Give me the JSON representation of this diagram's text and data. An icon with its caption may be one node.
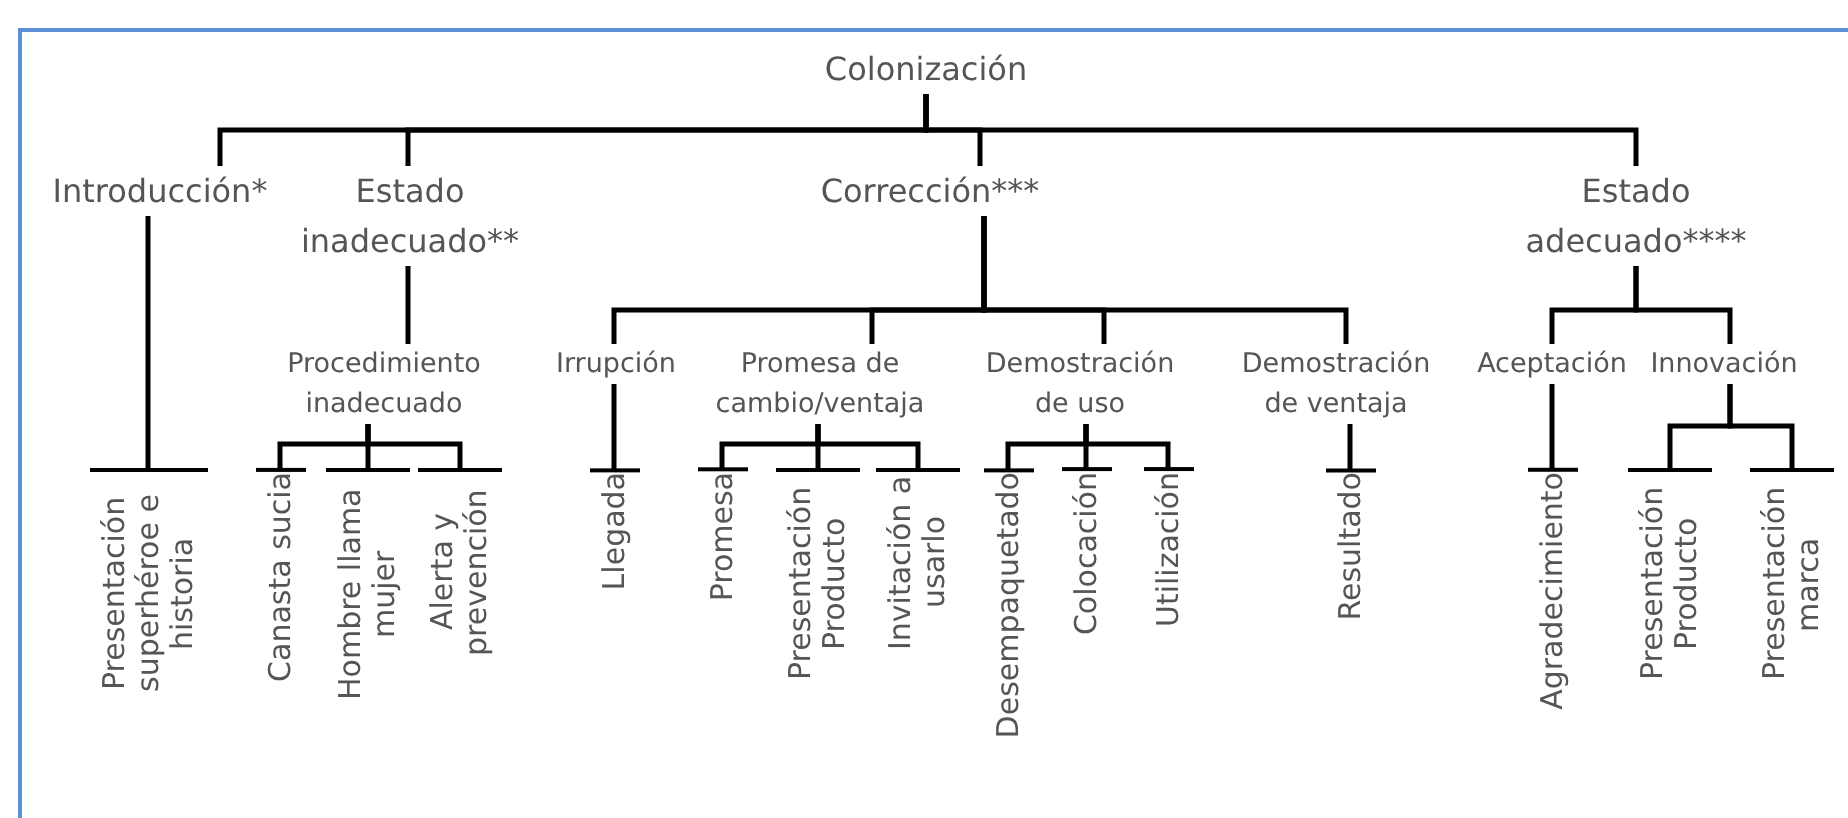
{
  "diagram": {
    "nodes": [
      {
        "text": [
          "Colonización"
        ]
      },
      {
        "text": [
          "Introducción*"
        ]
      },
      {
        "text": [
          "Estado inadecuado**"
        ]
      },
      {
        "text": [
          "Corrección***"
        ]
      },
      {
        "text": [
          "Estado adecuado****"
        ]
      },
      {
        "text": [
          "Presentación superhéroe e historia"
        ]
      },
      {
        "text": [
          "Procedimiento inadecuado"
        ]
      },
      {
        "text": [
          "Canasta sucia"
        ]
      },
      {
        "text": [
          "Hombre llama mujer"
        ]
      },
      {
        "text": [
          "Alerta y prevención"
        ]
      },
      {
        "text": [
          "Irrupción"
        ]
      },
      {
        "text": [
          "Promesa de cambio/ventaja"
        ]
      },
      {
        "text": [
          "Demostración de uso"
        ]
      },
      {
        "text": [
          "Demostración de ventaja"
        ]
      },
      {
        "text": [
          "Llegada"
        ]
      },
      {
        "text": [
          "Promesa"
        ]
      },
      {
        "text": [
          "Presentación Producto"
        ]
      },
      {
        "text": [
          "Invitación a usarlo"
        ]
      },
      {
        "text": [
          "Desempaquetado"
        ]
      },
      {
        "text": [
          "Colocación"
        ]
      },
      {
        "text": [
          "Utilización"
        ]
      },
      {
        "text": [
          "Resultado"
        ]
      },
      {
        "text": [
          "Aceptación"
        ]
      },
      {
        "text": [
          "Innovación"
        ]
      },
      {
        "text": [
          "Agradecimiento"
        ]
      },
      {
        "text": [
          "Presentación Producto"
        ]
      },
      {
        "text": [
          "Presentación marca"
        ]
      }
    ],
    "edges": [
      {
        "from": 0,
        "to": 1,
        "arrow": "none"
      },
      {
        "from": 0,
        "to": 2,
        "arrow": "none"
      },
      {
        "from": 0,
        "to": 3,
        "arrow": "none"
      },
      {
        "from": 0,
        "to": 4,
        "arrow": "none"
      },
      {
        "from": 1,
        "to": 5,
        "arrow": "none"
      },
      {
        "from": 2,
        "to": 6,
        "arrow": "none"
      },
      {
        "from": 6,
        "to": 7,
        "arrow": "none"
      },
      {
        "from": 6,
        "to": 8,
        "arrow": "none"
      },
      {
        "from": 6,
        "to": 9,
        "arrow": "none"
      },
      {
        "from": 3,
        "to": 10,
        "arrow": "none"
      },
      {
        "from": 3,
        "to": 11,
        "arrow": "none"
      },
      {
        "from": 3,
        "to": 12,
        "arrow": "none"
      },
      {
        "from": 3,
        "to": 13,
        "arrow": "none"
      },
      {
        "from": 10,
        "to": 14,
        "arrow": "none"
      },
      {
        "from": 11,
        "to": 15,
        "arrow": "none"
      },
      {
        "from": 11,
        "to": 16,
        "arrow": "none"
      },
      {
        "from": 11,
        "to": 17,
        "arrow": "none"
      },
      {
        "from": 12,
        "to": 18,
        "arrow": "none"
      },
      {
        "from": 12,
        "to": 19,
        "arrow": "none"
      },
      {
        "from": 12,
        "to": 20,
        "arrow": "none"
      },
      {
        "from": 13,
        "to": 21,
        "arrow": "none"
      },
      {
        "from": 4,
        "to": 22,
        "arrow": "none"
      },
      {
        "from": 4,
        "to": 23,
        "arrow": "none"
      },
      {
        "from": 22,
        "to": 24,
        "arrow": "none"
      },
      {
        "from": 23,
        "to": 25,
        "arrow": "none"
      },
      {
        "from": 23,
        "to": 26,
        "arrow": "none"
      }
    ]
  }
}
